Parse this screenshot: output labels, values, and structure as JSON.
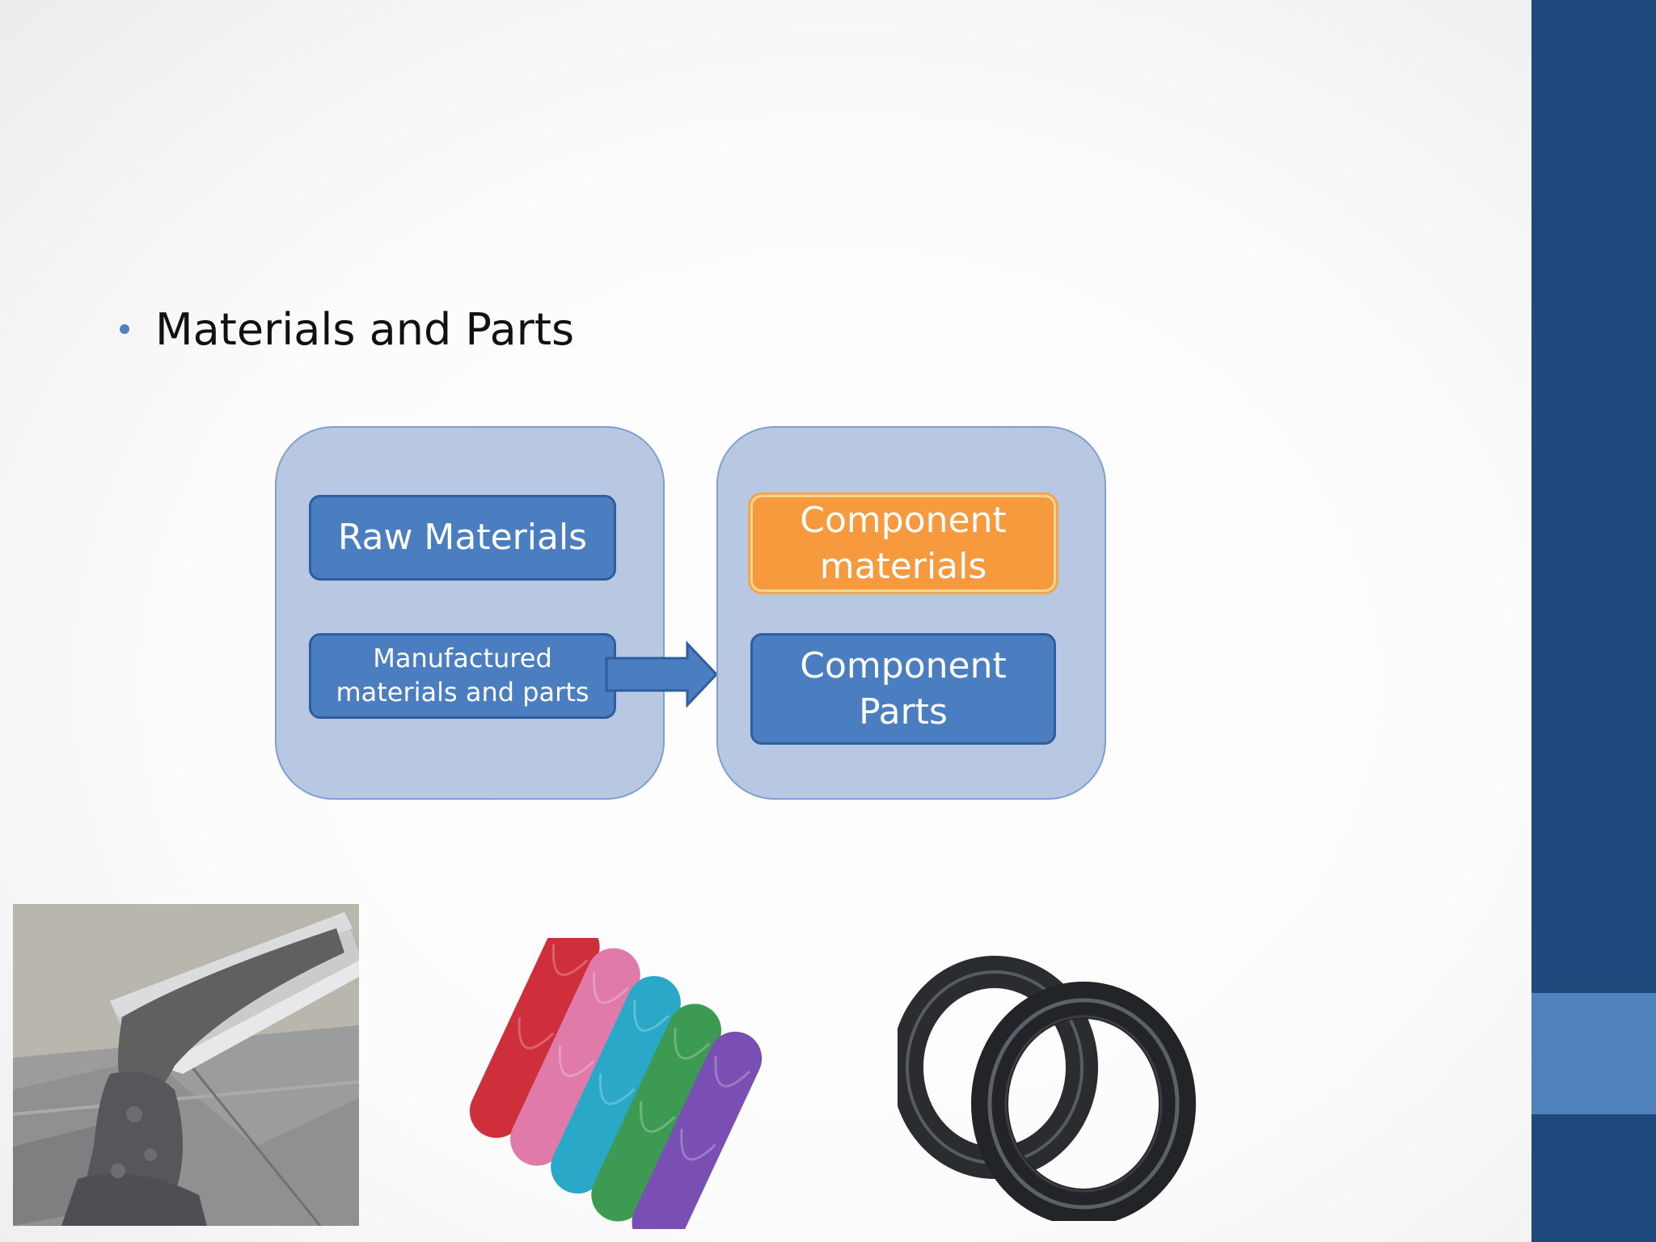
{
  "bullet": {
    "text": "Materials and Parts"
  },
  "diagram": {
    "left_group": {
      "box1": "Raw Materials",
      "box2_line1": "Manufactured",
      "box2_line2": "materials and parts"
    },
    "right_group": {
      "box1_line1": "Component",
      "box1_line2": "materials",
      "box2_line1": "Component",
      "box2_line2": "Parts"
    }
  },
  "colors": {
    "side_band": "#1f497d",
    "side_accent": "#4f81bd",
    "group_fill": "#b8c8e3",
    "box_fill": "#4a7ec0",
    "highlight_fill": "#f79a3e"
  },
  "images": [
    {
      "icon": "concrete-pour-photo"
    },
    {
      "icon": "yarn-skeins-photo"
    },
    {
      "icon": "wire-coils-photo"
    }
  ]
}
